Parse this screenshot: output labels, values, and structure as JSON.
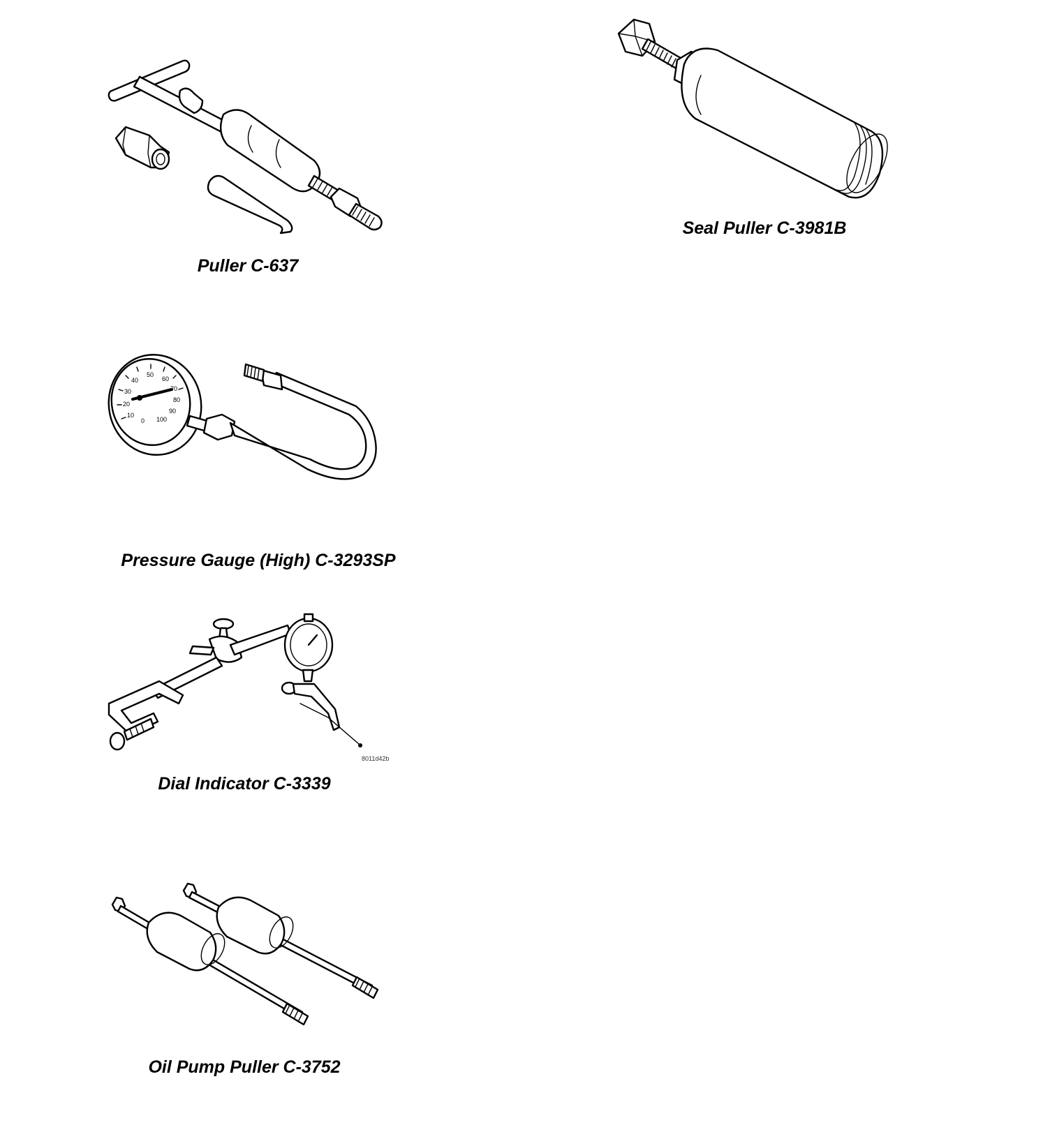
{
  "tools": [
    {
      "caption": "Puller C-637"
    },
    {
      "caption": "Seal Puller C-3981B"
    },
    {
      "caption": "Pressure Gauge (High) C-3293SP",
      "gauge_numbers": [
        "50",
        "60",
        "40",
        "70",
        "30",
        "80",
        "20",
        "90",
        "10",
        "100",
        "0"
      ]
    },
    {
      "caption": "Dial Indicator C-3339",
      "figure_code": "8011d42b"
    },
    {
      "caption": "Oil Pump Puller C-3752"
    }
  ]
}
